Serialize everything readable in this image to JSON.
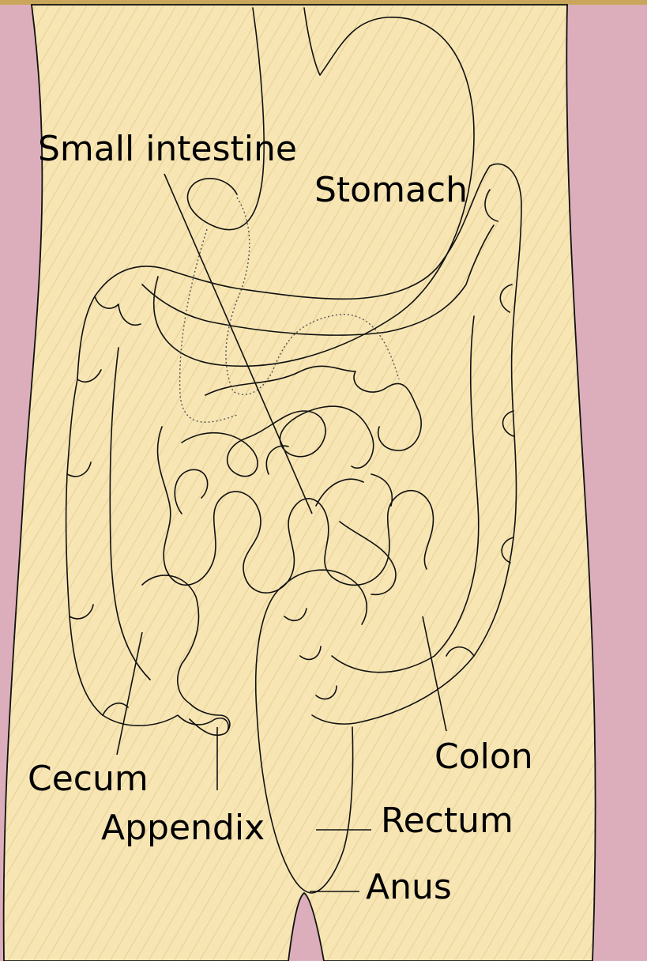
{
  "figure": {
    "background_color": "#dcaebb",
    "body_color": "#f7e6b4",
    "outline_color": "#111111"
  },
  "labels": {
    "small_intestine": "Small intestine",
    "stomach": "Stomach",
    "cecum": "Cecum",
    "appendix": "Appendix",
    "colon": "Colon",
    "rectum": "Rectum",
    "anus": "Anus"
  }
}
